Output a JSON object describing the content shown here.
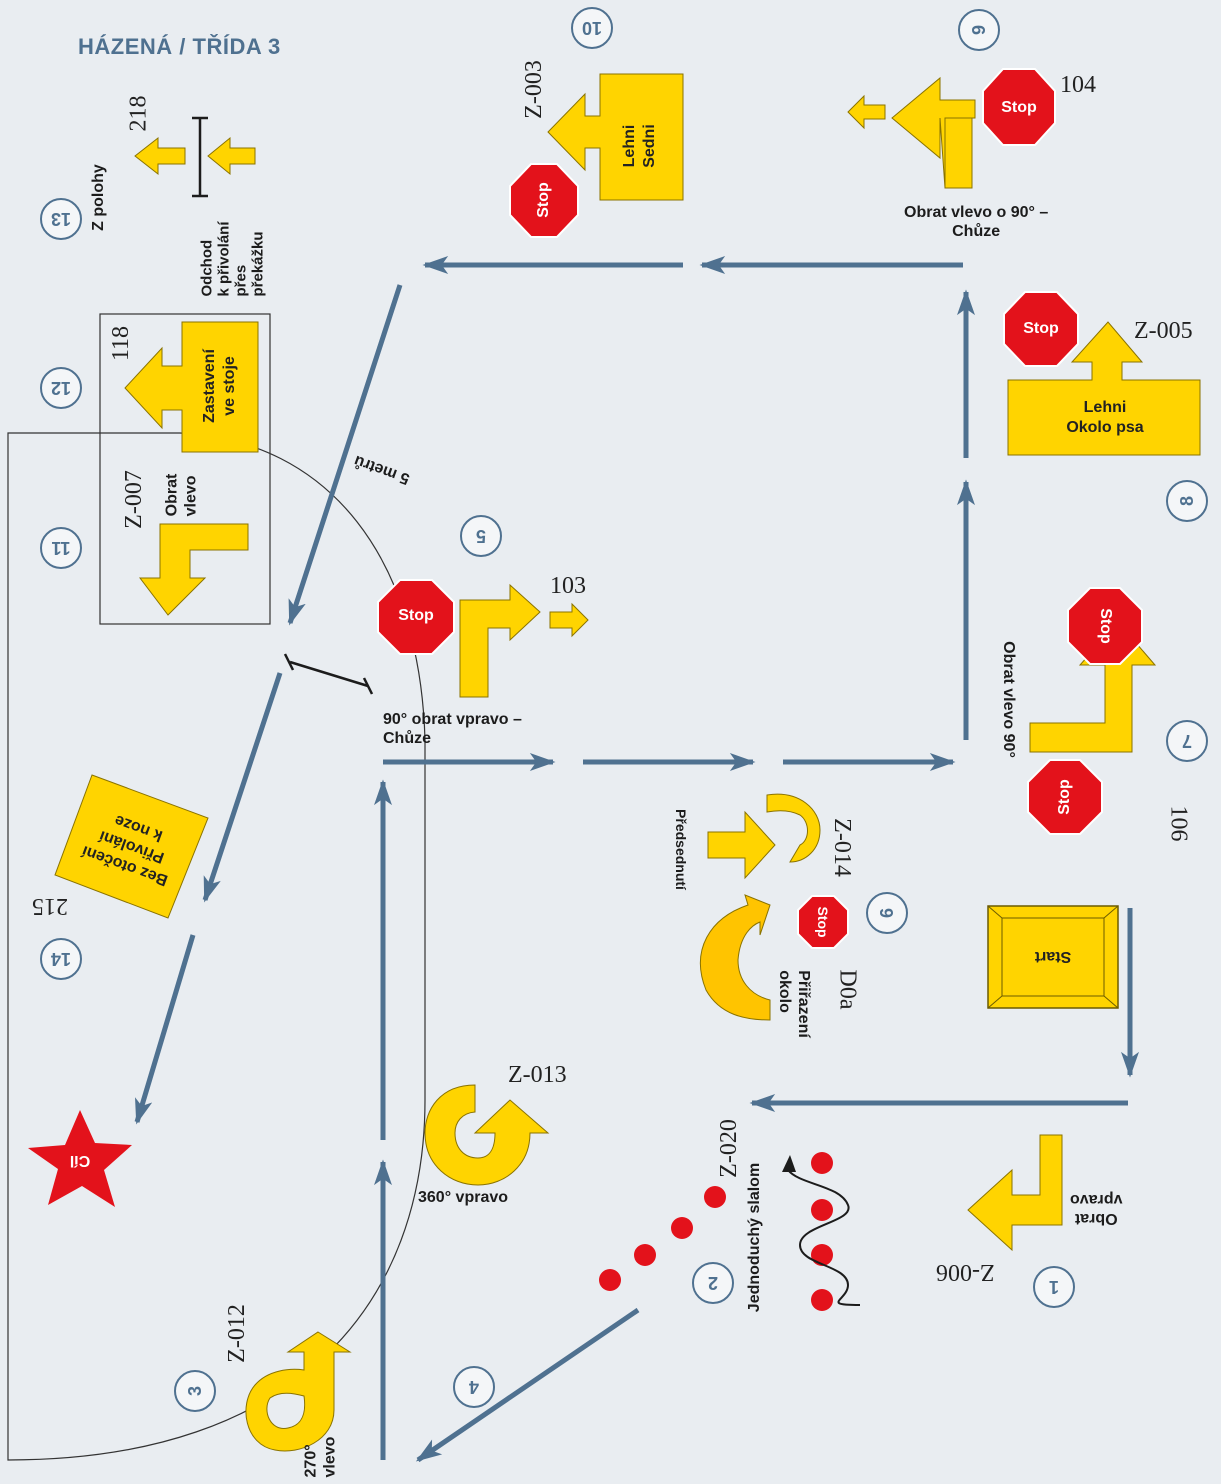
{
  "title": "HÁZENÁ / TŘÍDA 3",
  "colors": {
    "arrow_path": "#4f7190",
    "sign_yellow": "#ffd400",
    "stop_red": "#e3121b",
    "background": "#e9edf1",
    "cone_red": "#e3121b"
  },
  "stations": [
    {
      "number": "1",
      "label_lines": [
        "Obrat",
        "vpravo"
      ],
      "code": "Z-006"
    },
    {
      "number": "2",
      "label": "Jednoduchý slalom",
      "code": "Z-020"
    },
    {
      "number": "3",
      "label_lines": [
        "270°",
        "vlevo"
      ],
      "code": "Z-012"
    },
    {
      "number": "4",
      "label": "360° vpravo",
      "code": "Z-013"
    },
    {
      "number": "5",
      "label_lines": [
        "90° obrat vpravo –",
        "Chůze"
      ],
      "code": "103"
    },
    {
      "number": "6",
      "label_lines": [
        "Přiřazení",
        "okolo"
      ],
      "code": "D0a",
      "extra_label": "Předsednutí",
      "extra_code": "Z-014"
    },
    {
      "number": "7",
      "label": "Obrat vlevo 90°",
      "code": "106"
    },
    {
      "number": "8",
      "sign_lines": [
        "Lehni",
        "Okolo psa"
      ],
      "code": "Z-005"
    },
    {
      "number": "9",
      "label_lines": [
        "Obrat vlevo o 90° –",
        "Chůze"
      ],
      "code": "104"
    },
    {
      "number": "10",
      "sign_lines": [
        "Lehni",
        "Sedni"
      ],
      "code": "Z-003"
    },
    {
      "number": "11",
      "label_lines": [
        "Obrat",
        "vlevo"
      ],
      "code": "Z-007"
    },
    {
      "number": "12",
      "sign_lines": [
        "Zastavení",
        "ve stoje"
      ],
      "code": "118"
    },
    {
      "number": "13",
      "label": "Z polohy",
      "extra_label_lines": [
        "Odchod",
        "k přivolání",
        "přes",
        "překážku"
      ],
      "code": "218"
    },
    {
      "number": "14",
      "sign_lines": [
        "Bez otočení",
        "Přivolání",
        "k noze"
      ],
      "code": "215"
    }
  ],
  "stop_label": "Stop",
  "start_label": "Start",
  "finish_label": "Cíl",
  "distance_label": "5 metrů"
}
